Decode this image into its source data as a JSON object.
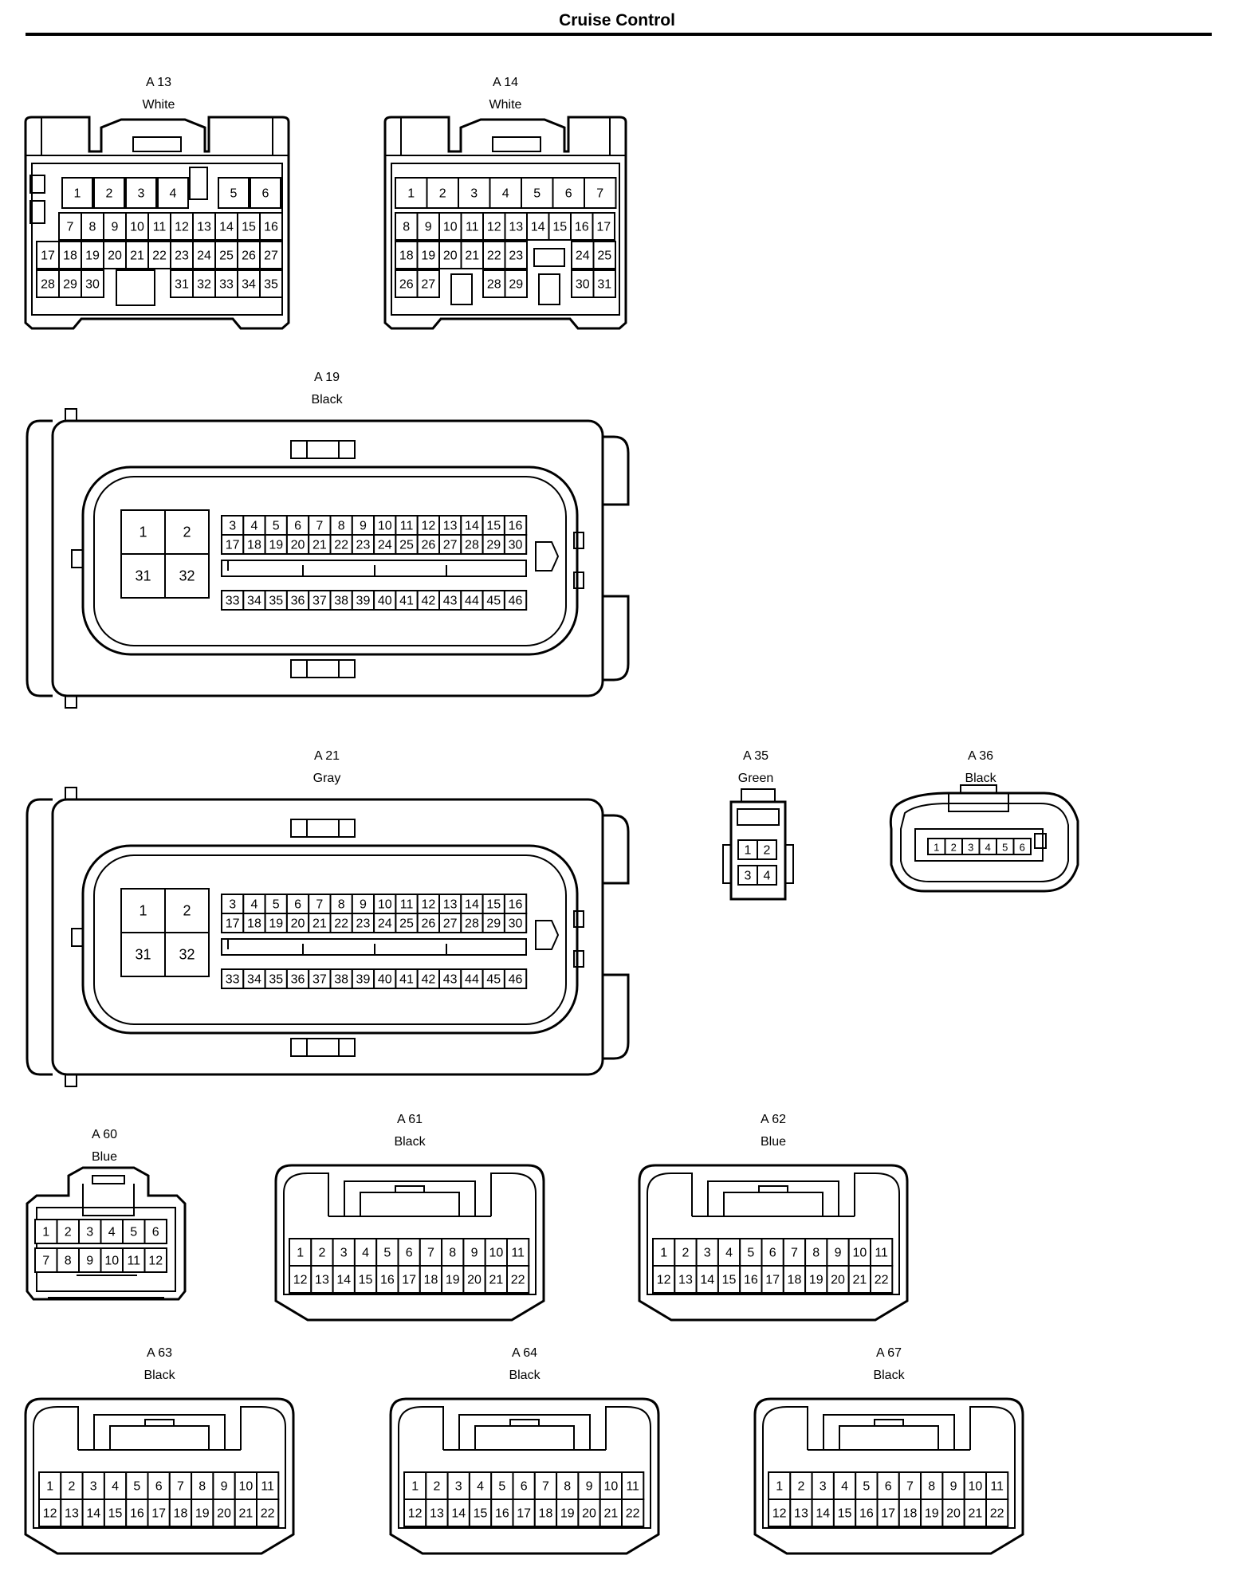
{
  "page": {
    "title": "Cruise Control"
  },
  "connectors": [
    {
      "id": "A 13",
      "color": "White",
      "rows": [
        [
          "1",
          "2",
          "3",
          "4",
          "",
          "5",
          "6"
        ],
        [
          "7",
          "8",
          "9",
          "10",
          "11",
          "12",
          "13",
          "14",
          "15",
          "16"
        ],
        [
          "17",
          "18",
          "19",
          "20",
          "21",
          "22",
          "23",
          "24",
          "25",
          "26",
          "27"
        ],
        [
          "28",
          "29",
          "30",
          "",
          "31",
          "32",
          "33",
          "34",
          "35"
        ]
      ]
    },
    {
      "id": "A 14",
      "color": "White",
      "rows": [
        [
          "1",
          "2",
          "3",
          "4",
          "5",
          "6",
          "7"
        ],
        [
          "8",
          "9",
          "10",
          "11",
          "12",
          "13",
          "14",
          "15",
          "16",
          "17"
        ],
        [
          "18",
          "19",
          "20",
          "21",
          "22",
          "23",
          "",
          "24",
          "25"
        ],
        [
          "26",
          "27",
          "",
          "28",
          "29",
          "",
          "30",
          "31"
        ]
      ]
    },
    {
      "id": "A 19",
      "color": "Black",
      "big": [
        "1",
        "2",
        "31",
        "32"
      ],
      "rows": [
        [
          "3",
          "4",
          "5",
          "6",
          "7",
          "8",
          "9",
          "10",
          "11",
          "12",
          "13",
          "14",
          "15",
          "16"
        ],
        [
          "17",
          "18",
          "19",
          "20",
          "21",
          "22",
          "23",
          "24",
          "25",
          "26",
          "27",
          "28",
          "29",
          "30"
        ],
        [
          "33",
          "34",
          "35",
          "36",
          "37",
          "38",
          "39",
          "40",
          "41",
          "42",
          "43",
          "44",
          "45",
          "46"
        ]
      ]
    },
    {
      "id": "A 21",
      "color": "Gray",
      "big": [
        "1",
        "2",
        "31",
        "32"
      ],
      "rows": [
        [
          "3",
          "4",
          "5",
          "6",
          "7",
          "8",
          "9",
          "10",
          "11",
          "12",
          "13",
          "14",
          "15",
          "16"
        ],
        [
          "17",
          "18",
          "19",
          "20",
          "21",
          "22",
          "23",
          "24",
          "25",
          "26",
          "27",
          "28",
          "29",
          "30"
        ],
        [
          "33",
          "34",
          "35",
          "36",
          "37",
          "38",
          "39",
          "40",
          "41",
          "42",
          "43",
          "44",
          "45",
          "46"
        ]
      ]
    },
    {
      "id": "A 35",
      "color": "Green",
      "rows": [
        [
          "1",
          "2"
        ],
        [
          "3",
          "4"
        ]
      ]
    },
    {
      "id": "A 36",
      "color": "Black",
      "rows": [
        [
          "1",
          "2",
          "3",
          "4",
          "5",
          "6"
        ]
      ]
    },
    {
      "id": "A 60",
      "color": "Blue",
      "rows": [
        [
          "1",
          "2",
          "3",
          "4",
          "5",
          "6"
        ],
        [
          "7",
          "8",
          "9",
          "10",
          "11",
          "12"
        ]
      ]
    },
    {
      "id": "A 61",
      "color": "Black",
      "rows": [
        [
          "1",
          "2",
          "3",
          "4",
          "5",
          "6",
          "7",
          "8",
          "9",
          "10",
          "11"
        ],
        [
          "12",
          "13",
          "14",
          "15",
          "16",
          "17",
          "18",
          "19",
          "20",
          "21",
          "22"
        ]
      ]
    },
    {
      "id": "A 62",
      "color": "Blue",
      "rows": [
        [
          "1",
          "2",
          "3",
          "4",
          "5",
          "6",
          "7",
          "8",
          "9",
          "10",
          "11"
        ],
        [
          "12",
          "13",
          "14",
          "15",
          "16",
          "17",
          "18",
          "19",
          "20",
          "21",
          "22"
        ]
      ]
    },
    {
      "id": "A 63",
      "color": "Black",
      "rows": [
        [
          "1",
          "2",
          "3",
          "4",
          "5",
          "6",
          "7",
          "8",
          "9",
          "10",
          "11"
        ],
        [
          "12",
          "13",
          "14",
          "15",
          "16",
          "17",
          "18",
          "19",
          "20",
          "21",
          "22"
        ]
      ]
    },
    {
      "id": "A 64",
      "color": "Black",
      "rows": [
        [
          "1",
          "2",
          "3",
          "4",
          "5",
          "6",
          "7",
          "8",
          "9",
          "10",
          "11"
        ],
        [
          "12",
          "13",
          "14",
          "15",
          "16",
          "17",
          "18",
          "19",
          "20",
          "21",
          "22"
        ]
      ]
    },
    {
      "id": "A 67",
      "color": "Black",
      "rows": [
        [
          "1",
          "2",
          "3",
          "4",
          "5",
          "6",
          "7",
          "8",
          "9",
          "10",
          "11"
        ],
        [
          "12",
          "13",
          "14",
          "15",
          "16",
          "17",
          "18",
          "19",
          "20",
          "21",
          "22"
        ]
      ]
    }
  ]
}
